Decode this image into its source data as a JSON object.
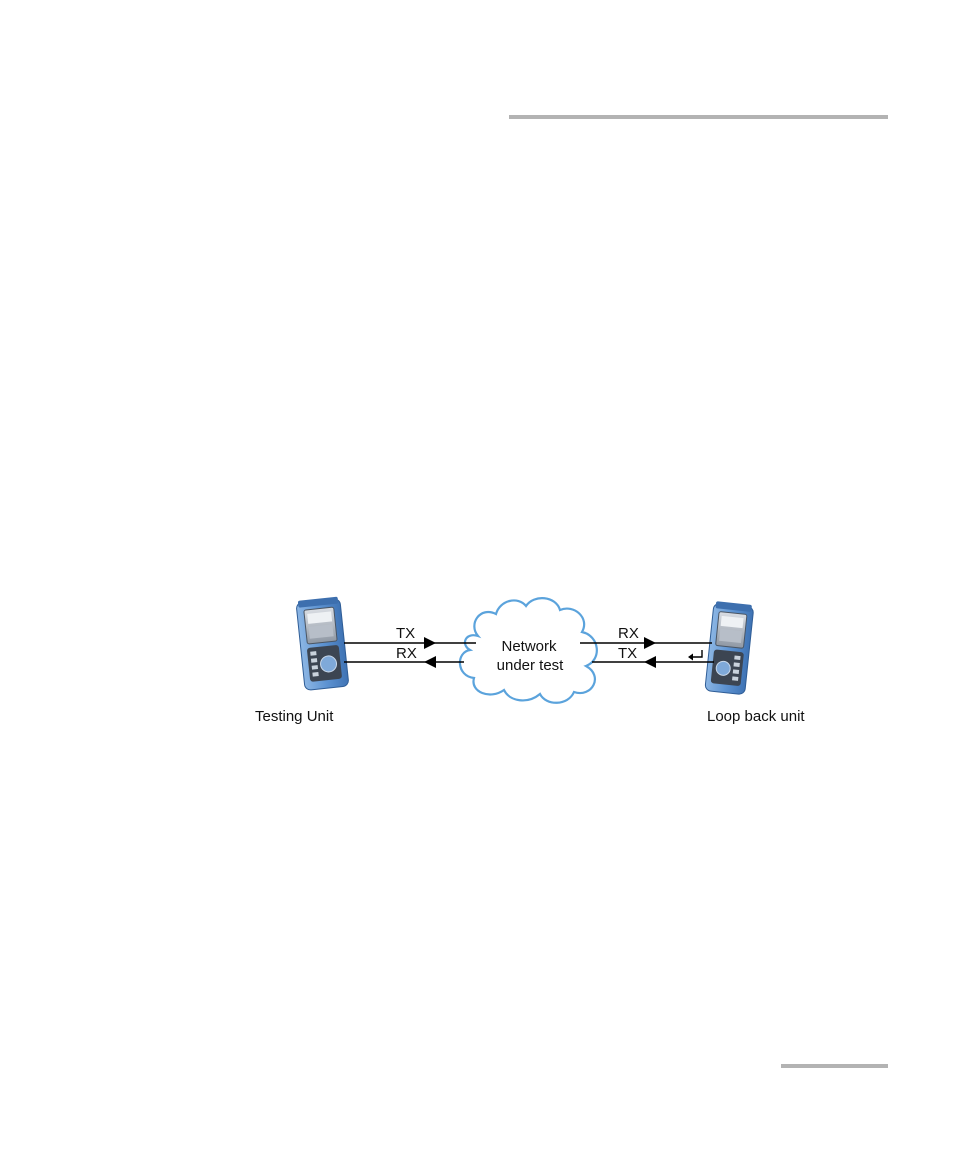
{
  "diagram": {
    "testing_unit_label": "Testing Unit",
    "loopback_unit_label": "Loop back unit",
    "cloud_line1": "Network",
    "cloud_line2": "under test",
    "left_top_link": "TX",
    "left_bottom_link": "RX",
    "right_top_link": "RX",
    "right_bottom_link": "TX",
    "device_icon": "handheld-tester-icon",
    "loopback_icon": "loopback-arrow-icon",
    "device_color": "#6a9fd8",
    "cloud_stroke": "#5ba3dc"
  }
}
